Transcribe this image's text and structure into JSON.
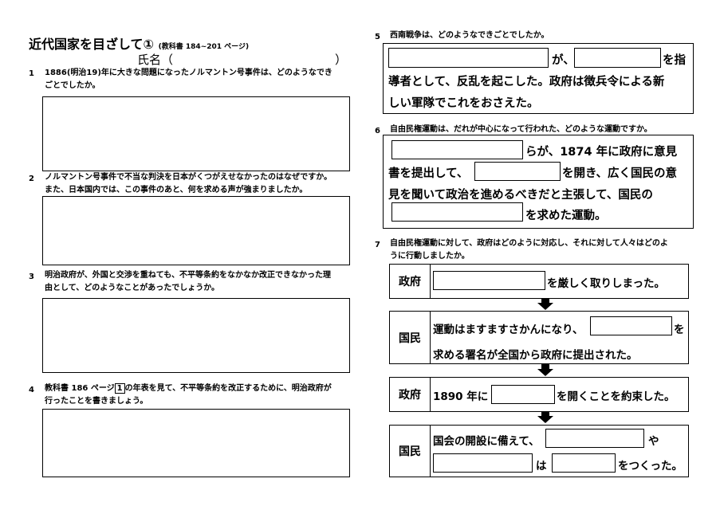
{
  "header": {
    "title": "近代国家を目ざして①",
    "textbook_ref": "(教科書 184~201 ページ)",
    "name_label": "氏名（",
    "name_close": "）"
  },
  "left": {
    "q1": {
      "num": "1",
      "text_line1": "1886(明治19)年に大きな問題になったノルマントン号事件は、どのようなでき",
      "text_line2": "ごとでしたか。"
    },
    "q2": {
      "num": "2",
      "text_line1": "ノルマントン号事件で不当な判決を日本がくつがえせなかったのはなぜですか。",
      "text_line2": "また、日本国内では、この事件のあと、何を求める声が強まりましたか。"
    },
    "q3": {
      "num": "3",
      "text_line1": "明治政府が、外国と交渉を重ねても、不平等条約をなかなか改正できなかった理",
      "text_line2": "由として、どのようなことがあったでしょうか。"
    },
    "q4": {
      "num": "4",
      "text_line1a": "教科書 186 ページ",
      "text_box": "1",
      "text_line1b": "の年表を見て、不平等条約を改正するために、明治政府が",
      "text_line2": "行ったことを書きましょう。"
    }
  },
  "right": {
    "q5": {
      "num": "5",
      "question": "西南戦争は、どのようなできごとでしたか。",
      "ga": "が、",
      "wo": "を指",
      "line2": "導者として、反乱を起こした。政府は徴兵令による新",
      "line3": "しい軍隊でこれをおさえた。"
    },
    "q6": {
      "num": "6",
      "question": "自由民権運動は、だれが中心になって行われた、どのような運動ですか。",
      "line1": "らが、1874 年に政府に意見",
      "line2a": "書を提出して、",
      "line2b": "を開き、広く国民の意",
      "line3": "見を聞いて政治を進めるべきだと主張して、国民の",
      "line4": "を求めた運動。"
    },
    "q7": {
      "num": "7",
      "question_line1": "自由民権運動に対して、政府はどのように対応し、それに対して人々はどのよ",
      "question_line2": "うに行動しましたか。",
      "step1_label": "政府",
      "step1_text": "を厳しく取りしまった。",
      "step2_label": "国民",
      "step2_line1": "運動はますますさかんになり、",
      "step2_wo": "を",
      "step2_line2": "求める署名が全国から政府に提出された。",
      "step3_label": "政府",
      "step3_a": "1890 年に",
      "step3_b": "を開くことを約束した。",
      "step4_label": "国民",
      "step4_line1": "国会の開設に備えて、",
      "step4_ya": "や",
      "step4_ha": "は",
      "step4_end": "をつくった。"
    }
  }
}
